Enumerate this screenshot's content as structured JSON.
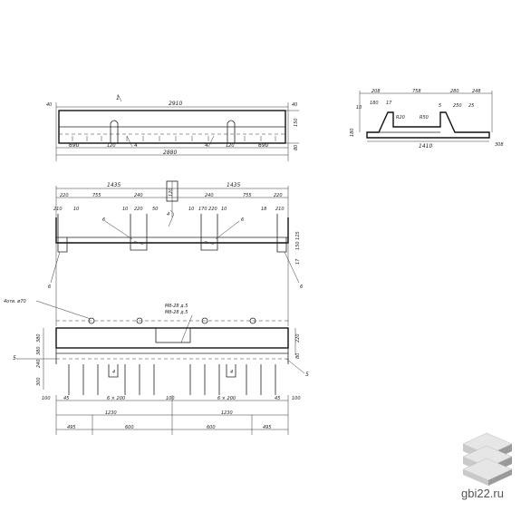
{
  "drawing": {
    "top_view": {
      "total": "2910",
      "overall": "2880",
      "left_end": "40",
      "right_end": "40",
      "right_h1": "150",
      "right_h2": "80",
      "seg_left": "690",
      "seg_right": "690",
      "mid_left": "120",
      "mid_right": "120",
      "mark_1": "4",
      "mark_2": "4",
      "mark_3": "1"
    },
    "section": {
      "d1": "208",
      "d2": "758",
      "d3": "280",
      "d4": "248",
      "d5": "180",
      "d6": "17",
      "d7": "R20",
      "d8": "R50",
      "d9": "5",
      "d10": "250",
      "d11": "25",
      "h_left": "180",
      "h_top": "10",
      "bottom": "1410",
      "right": "308"
    },
    "elevation": {
      "half_left": "1435",
      "half_right": "1435",
      "l_220": "220",
      "l_755": "755",
      "l_240": "240",
      "r_240": "240",
      "r_755": "755",
      "r_220": "220",
      "l_210": "210",
      "l_10": "10",
      "l_10b": "10",
      "l_220b": "220",
      "l_50": "50",
      "r_10": "10",
      "r_170": "170 220",
      "r_10b": "10",
      "r_18": "18",
      "r_210": "210",
      "mid_top": "120",
      "mid_mark": "4",
      "mark_6a": "6",
      "mark_6b": "6",
      "mark_6c": "6",
      "mark_6d": "6",
      "right_v": "150 125",
      "right_v2": "17"
    },
    "plan": {
      "holes": "4отв. ø70",
      "note_1": "Мб-28 д.5",
      "note_2": "Мб-28 д.5",
      "left_v1": "380",
      "left_v2": "380",
      "right_v1": "220",
      "right_v2": "80",
      "mark_5a": "5",
      "mark_5b": "5",
      "left_side": "240",
      "left_lower": "300",
      "mark_4a": "4",
      "mark_4b": "4",
      "b_100a": "100",
      "b_45a": "45",
      "b_6x200a": "6 × 200",
      "b_100b": "100",
      "b_6x200b": "6 × 200",
      "b_45b": "45",
      "b_100c": "100",
      "b_1230a": "1230",
      "b_1230b": "1230",
      "b_495a": "495",
      "b_600a": "600",
      "b_600b": "600",
      "b_495b": "495"
    }
  },
  "branding": {
    "site": "gbi22.ru",
    "colors": {
      "light": "#e6e6e6",
      "mid": "#c9c9c9",
      "dark": "#9a9a9a"
    }
  }
}
